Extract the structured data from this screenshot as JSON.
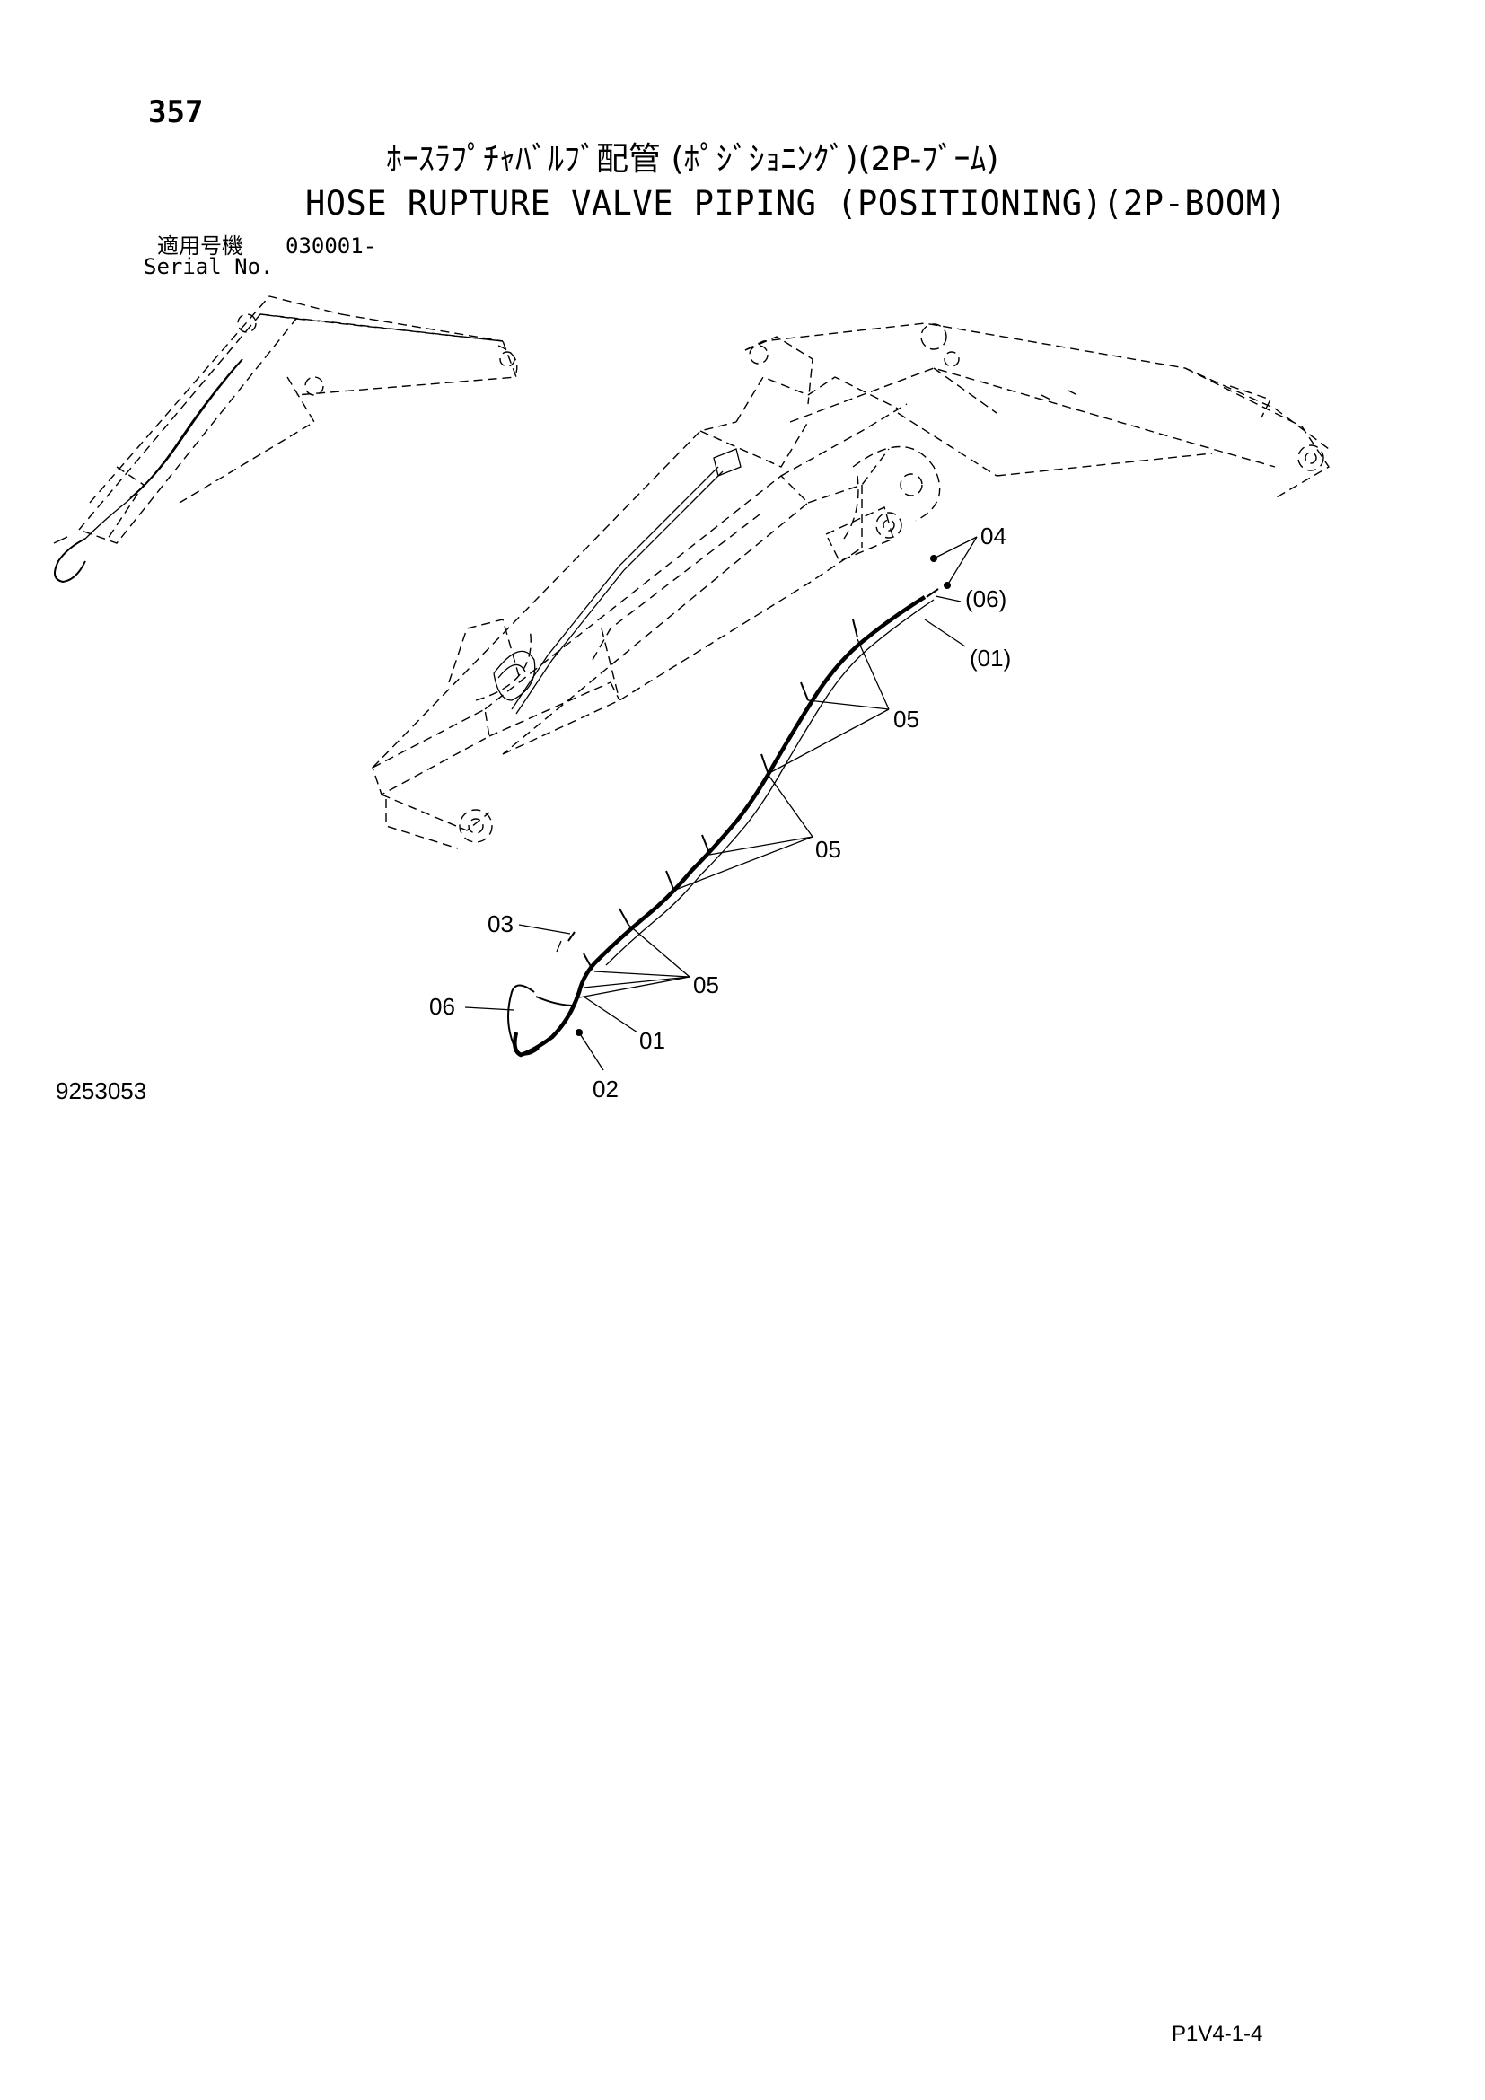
{
  "page_number": "357",
  "title_ja": "ﾎｰｽﾗﾌﾟﾁｬﾊﾞﾙﾌﾞ配管 (ﾎﾟｼﾞｼｮﾆﾝｸﾞ)(2P-ﾌﾞｰﾑ)",
  "title_en": "HOSE RUPTURE VALVE PIPING (POSITIONING)(2P-BOOM)",
  "serial": {
    "label_ja": "適用号機",
    "label_en": "Serial No.",
    "value": "030001-"
  },
  "callouts": {
    "c04": "04",
    "c06_paren": "(06)",
    "c01_paren": "(01)",
    "c05_a": "05",
    "c05_b": "05",
    "c05_c": "05",
    "c03": "03",
    "c06": "06",
    "c01": "01",
    "c02": "02"
  },
  "drawing_number": "9253053",
  "footer_code": "P1V4-1-4",
  "icons": {
    "overview": "boom-overview-drawing-icon",
    "main": "boom-hose-assembly-drawing-icon"
  }
}
